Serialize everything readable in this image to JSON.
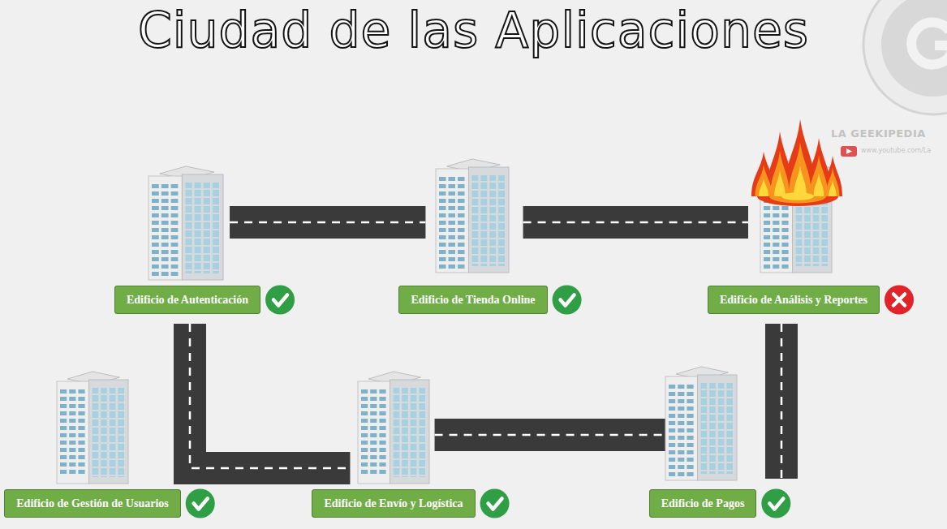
{
  "diagram": {
    "title": "Ciudad de las Aplicaciones",
    "nodes": [
      {
        "text": [
          "Edificio de Autenticación"
        ]
      },
      {
        "text": [
          "Edificio de Tienda Online"
        ]
      },
      {
        "text": [
          "Edificio de Análisis y Reportes"
        ]
      },
      {
        "text": [
          "Edificio de Gestión de Usuarios"
        ]
      },
      {
        "text": [
          "Edificio de Envío y Logística"
        ]
      },
      {
        "text": [
          "Edificio de Pagos"
        ]
      }
    ],
    "edges": [
      {
        "from": 0,
        "to": 1,
        "arrow": "none"
      },
      {
        "from": 1,
        "to": 2,
        "arrow": "none"
      },
      {
        "from": 0,
        "to": 4,
        "arrow": "none"
      },
      {
        "from": 4,
        "to": 5,
        "arrow": "none"
      },
      {
        "from": 2,
        "to": 5,
        "arrow": "none"
      }
    ],
    "labels": [
      "LA GEEKIPEDIA",
      "www.youtube.com/La"
    ]
  }
}
